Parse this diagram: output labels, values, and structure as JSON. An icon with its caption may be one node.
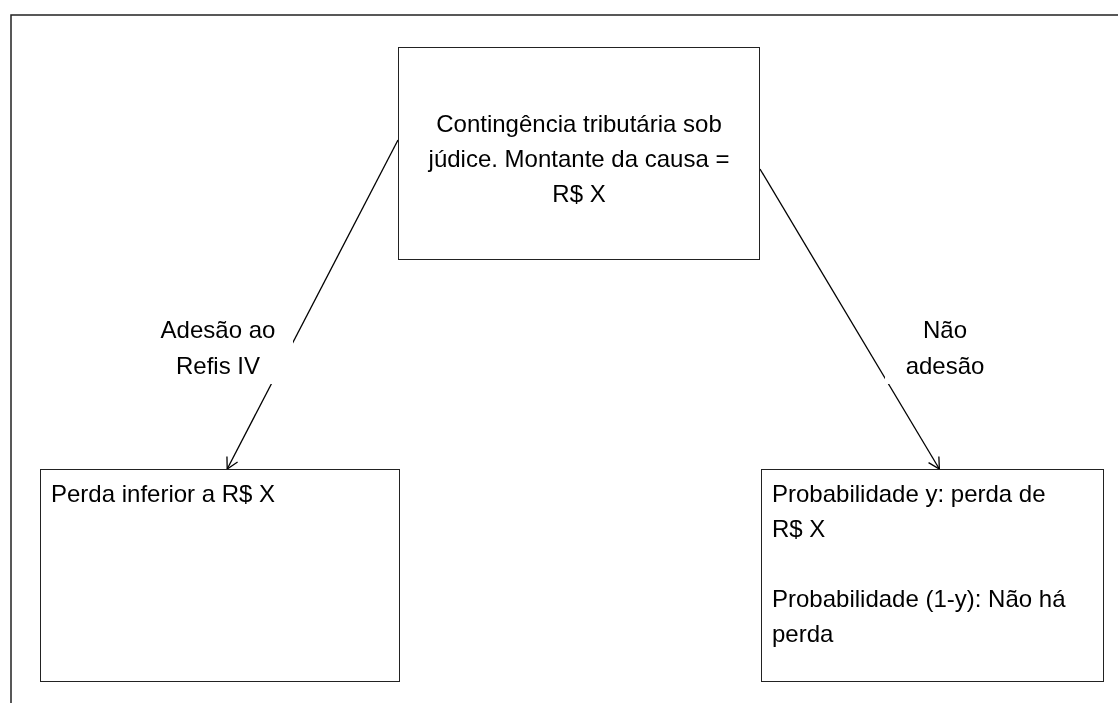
{
  "diagram": {
    "nodes": [
      {
        "text": [
          "Contingência tributária sob júdice. Montante da causa = R$ X"
        ]
      },
      {
        "text": [
          "Perda inferior a R$ X"
        ]
      },
      {
        "text": [
          "Probabilidade y: perda de R$ X",
          "Probabilidade (1-y): Não há perda"
        ]
      }
    ],
    "edges": [
      {
        "from": 0,
        "to": 1,
        "arrow": "to",
        "label": "Adesão ao Refis IV"
      },
      {
        "from": 0,
        "to": 2,
        "arrow": "to",
        "label": "Não adesão"
      }
    ]
  }
}
